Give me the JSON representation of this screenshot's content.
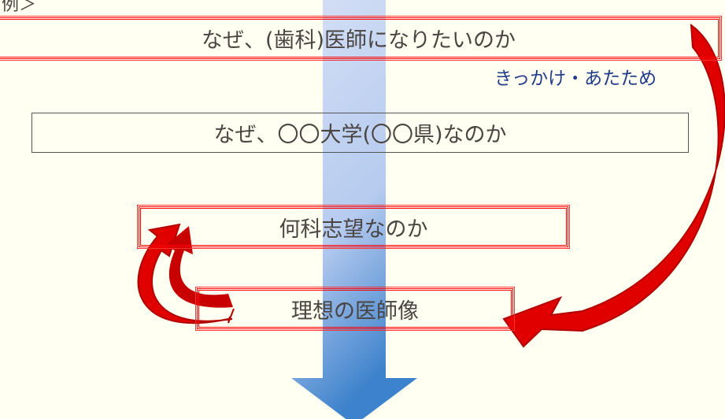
{
  "corner_label": "例＞",
  "boxes": {
    "why_doctor": "なぜ、(歯科)医師になりたいのか",
    "why_university": "なぜ、〇〇大学(〇〇県)なのか",
    "specialty": "何科志望なのか",
    "ideal_doctor": "理想の医師像"
  },
  "note": "きっかけ・あたため",
  "colors": {
    "red": "#ff0000",
    "arrow_top": "#d6e0f5",
    "arrow_bottom": "#3d82cc",
    "note": "#1f3c88"
  }
}
